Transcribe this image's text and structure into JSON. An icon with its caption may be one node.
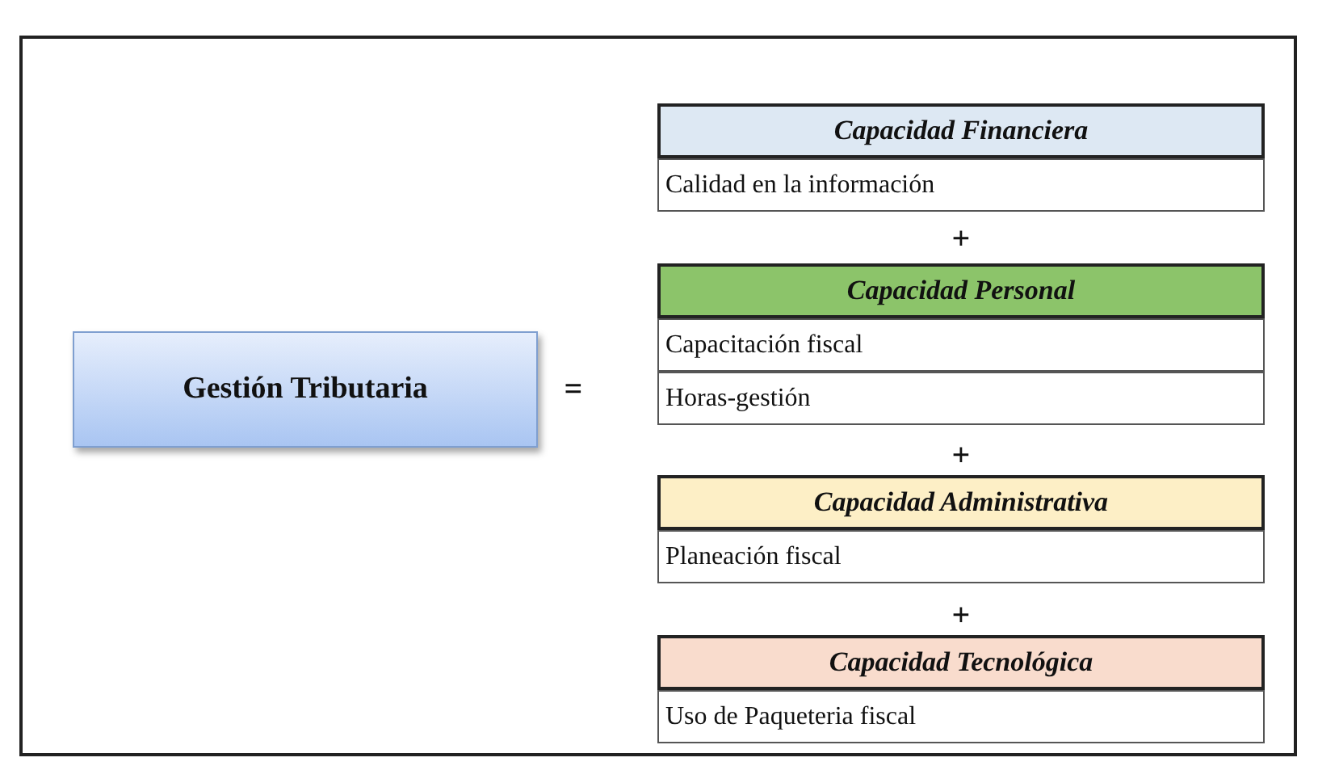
{
  "diagram": {
    "nodes": [
      {
        "text": [
          "Gestión Tributaria"
        ]
      },
      {
        "text": [
          "Capacidad Financiera"
        ]
      },
      {
        "text": [
          "Calidad en la información"
        ]
      },
      {
        "text": [
          "Capacidad Personal"
        ]
      },
      {
        "text": [
          "Capacitación fiscal"
        ]
      },
      {
        "text": [
          "Horas-gestión"
        ]
      },
      {
        "text": [
          "Capacidad Administrativa"
        ]
      },
      {
        "text": [
          "Planeación fiscal"
        ]
      },
      {
        "text": [
          "Capacidad Tecnológica"
        ]
      },
      {
        "text": [
          "Uso de Paqueteria fiscal"
        ]
      }
    ],
    "labels": [
      "=",
      "+",
      "+",
      "+"
    ]
  }
}
